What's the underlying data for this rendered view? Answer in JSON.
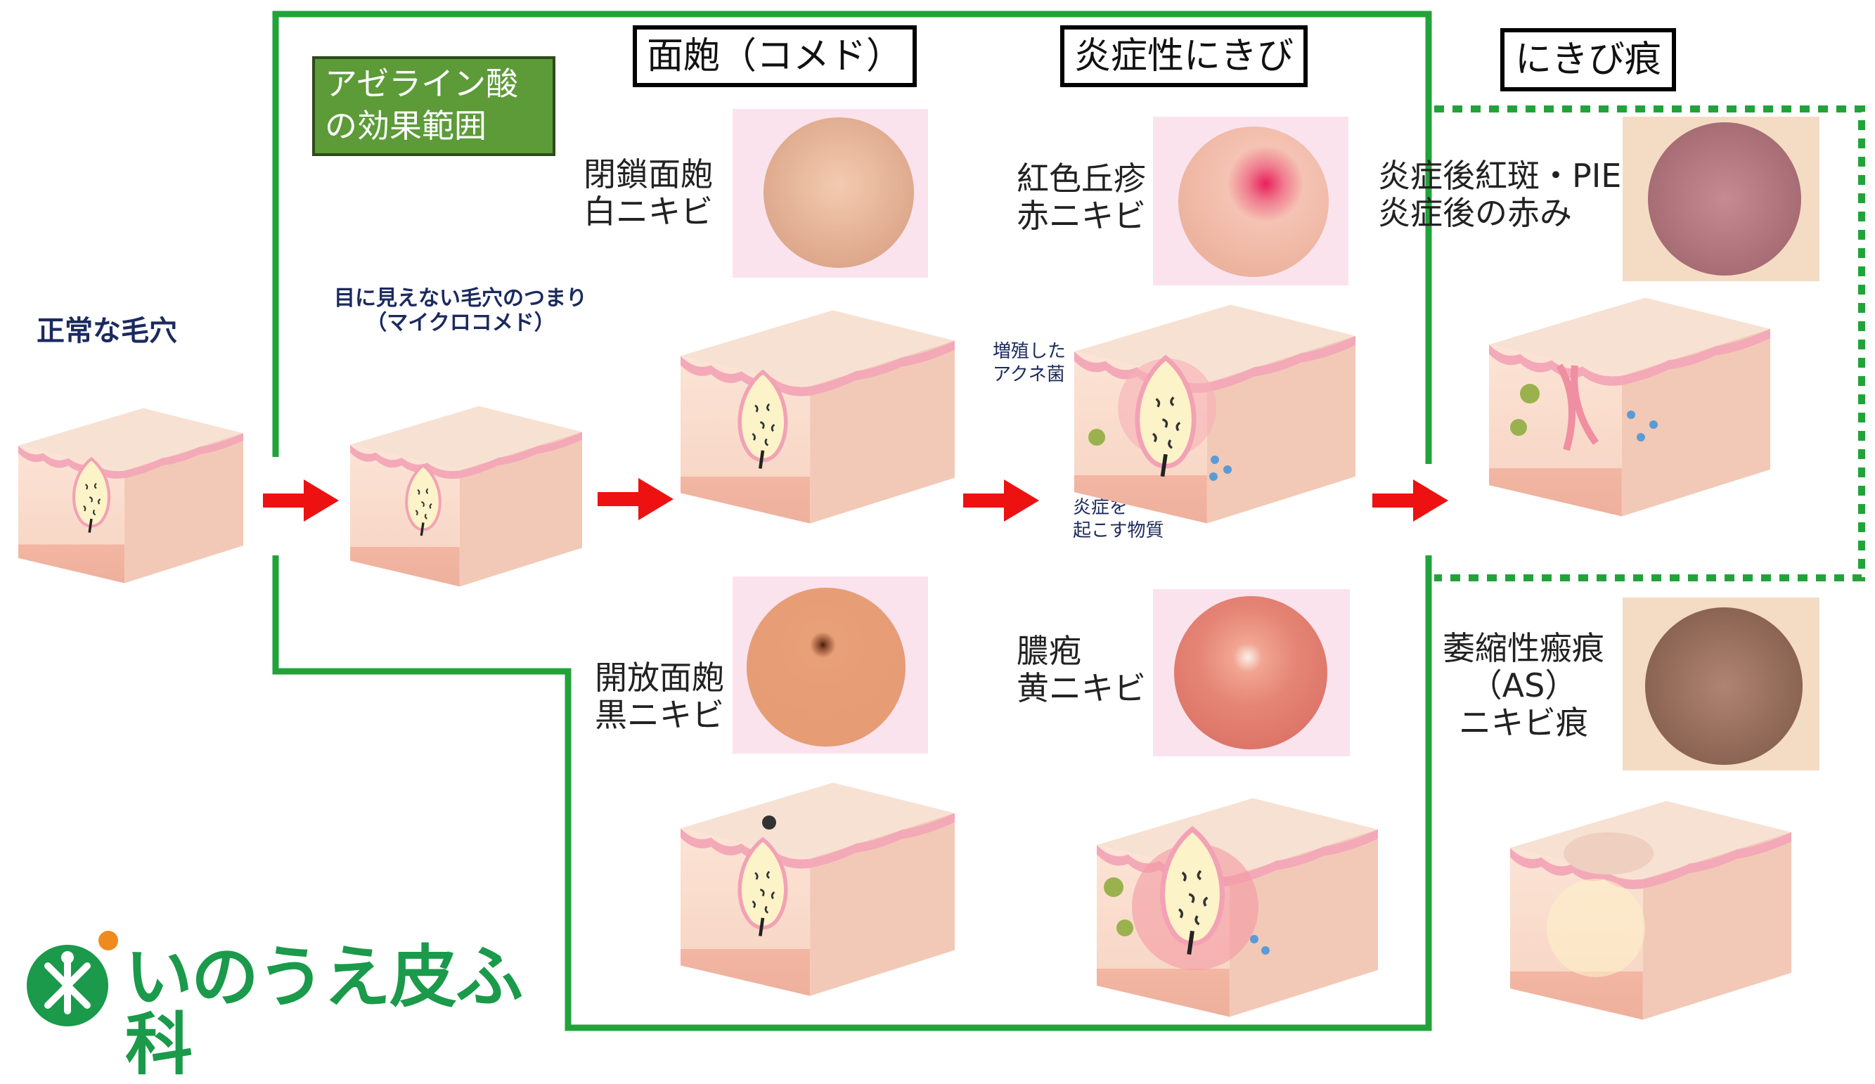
{
  "headers": {
    "comedo": "面皰（コメド）",
    "inflammatory": "炎症性にきび",
    "scar": "にきび痕"
  },
  "azelaic_box": "アゼライン酸\nの効果範囲",
  "normal_pore": "正常な毛穴",
  "microcomedo": "目に見えない毛穴のつまり\n（マイクロコメド）",
  "closed_comedo": "閉鎖面皰\n白ニキビ",
  "open_comedo": "開放面皰\n黒ニキビ",
  "papule": "紅色丘疹\n赤ニキビ",
  "pustule": "膿疱\n黄ニキビ",
  "pie": "炎症後紅斑・PIE\n炎症後の赤み",
  "atrophic_scar": "萎縮性瘢痕\n（AS）\nニキビ痕",
  "annotation_bacteria": "増殖した\nアクネ菌",
  "annotation_inflammatory": "炎症を\n起こす物質",
  "logo_text": "いのうえ皮ふ科",
  "colors": {
    "green_border": "#22a33a",
    "azelaic_bg": "#5c9b38",
    "arrow": "#ee1111",
    "navy_text": "#1b2a5e",
    "logo_green": "#1a9a4a",
    "logo_orange": "#f08a1c"
  }
}
